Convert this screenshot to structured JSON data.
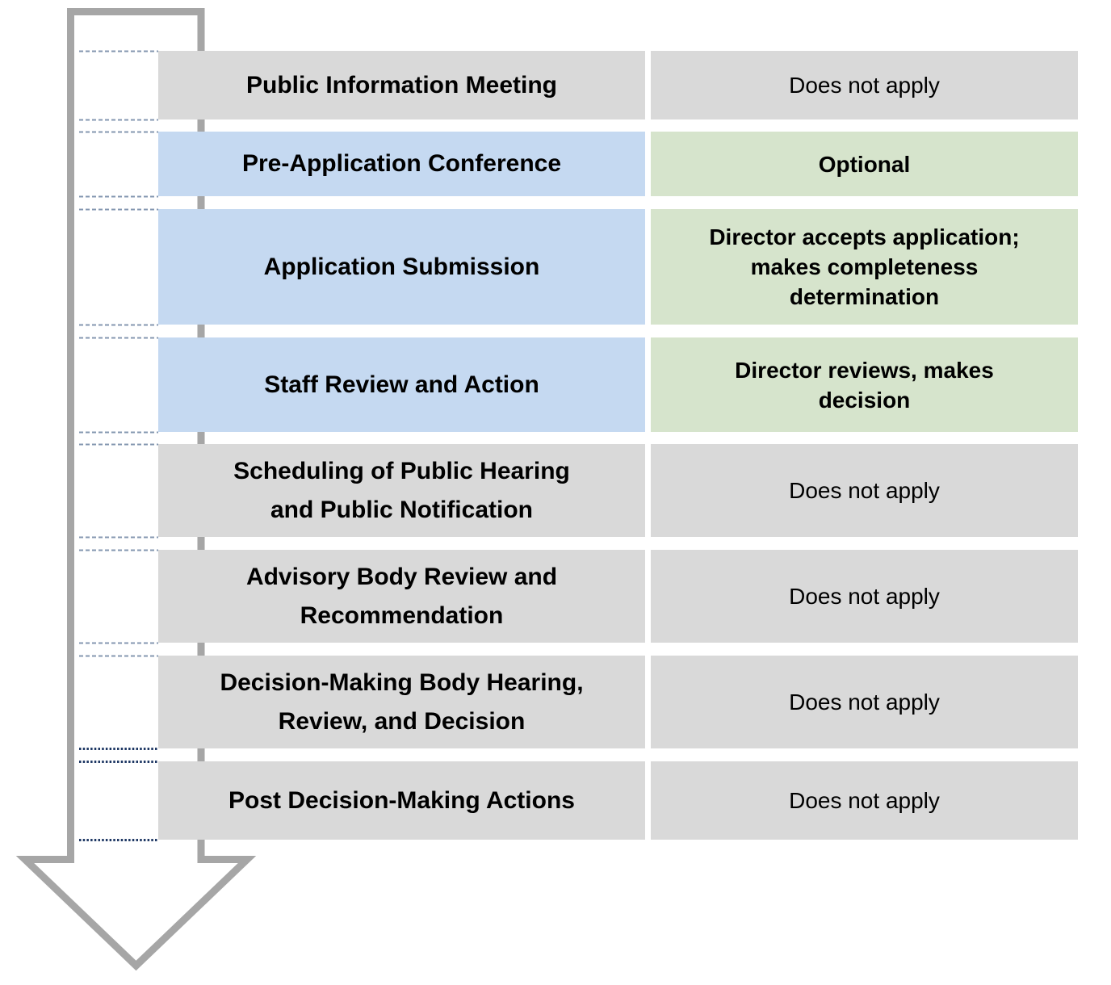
{
  "diagram": {
    "type": "process-flowchart",
    "colors": {
      "inactive_bg": "#d9d9d9",
      "active_step_bg": "#c5d9f1",
      "active_detail_bg": "#d6e4cc",
      "arrow_stroke": "#a6a6a6",
      "leader_line_light": "#8497b0",
      "leader_line_dark": "#1f3864",
      "text": "#000000"
    },
    "rows": [
      {
        "step": "Public Information Meeting",
        "detail": "Does not apply",
        "active": false
      },
      {
        "step": "Pre-Application Conference",
        "detail": "Optional",
        "active": true
      },
      {
        "step": "Application Submission",
        "detail": "Director accepts application;\nmakes completeness\ndetermination",
        "active": true
      },
      {
        "step": "Staff Review and Action",
        "detail": "Director reviews, makes\ndecision",
        "active": true
      },
      {
        "step": "Scheduling of Public Hearing\nand Public Notification",
        "detail": "Does not apply",
        "active": false
      },
      {
        "step": "Advisory Body Review and\nRecommendation",
        "detail": "Does not apply",
        "active": false
      },
      {
        "step": "Decision-Making Body Hearing,\nReview, and Decision",
        "detail": "Does not apply",
        "active": false
      },
      {
        "step": "Post Decision-Making Actions",
        "detail": "Does not apply",
        "active": false
      }
    ]
  }
}
